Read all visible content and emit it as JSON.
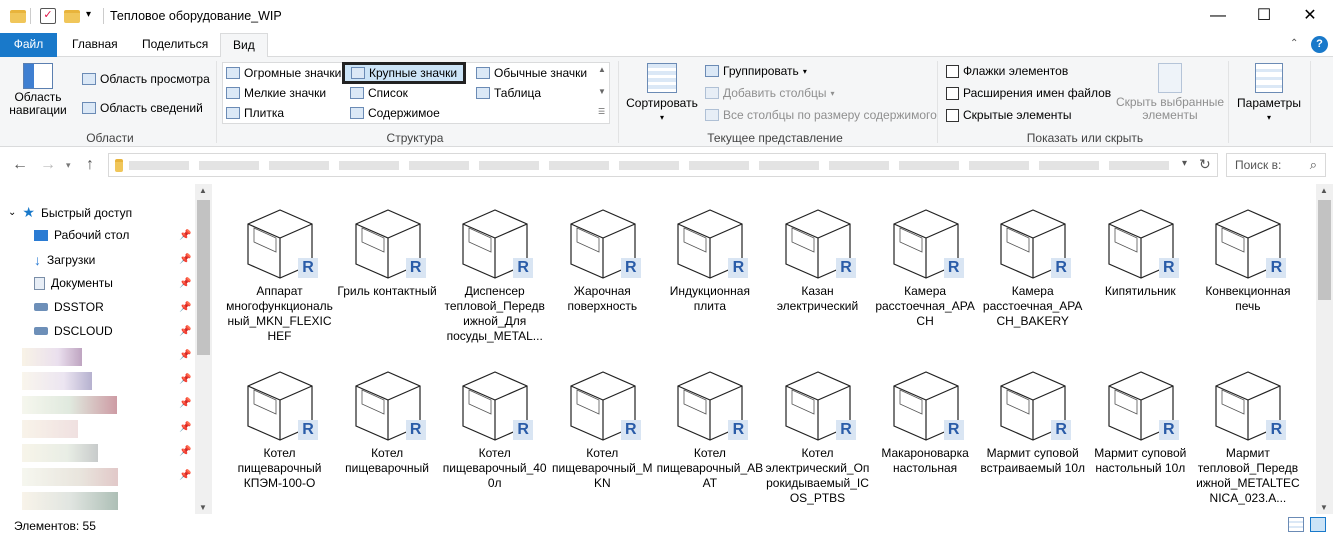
{
  "window": {
    "title": "Тепловое оборудование_WIP",
    "min": "—",
    "max": "☐",
    "close": "✕"
  },
  "tabs": [
    {
      "label": "Файл"
    },
    {
      "label": "Главная"
    },
    {
      "label": "Поделиться"
    },
    {
      "label": "Вид"
    }
  ],
  "ribbon": {
    "panes": {
      "nav_label": "Область навигации",
      "preview": "Область просмотра",
      "details": "Область сведений",
      "group": "Области"
    },
    "layout": {
      "items": [
        "Огромные значки",
        "Крупные значки",
        "Обычные значки",
        "Мелкие значки",
        "Список",
        "Таблица",
        "Плитка",
        "Содержимое"
      ],
      "group": "Структура"
    },
    "view": {
      "sort": "Сортировать",
      "group_by": "Группировать",
      "add_columns": "Добавить столбцы",
      "fit_columns": "Все столбцы по размеру содержимого",
      "group": "Текущее представление"
    },
    "show": {
      "checkboxes": "Флажки элементов",
      "extensions": "Расширения имен файлов",
      "hidden": "Скрытые элементы",
      "hide_selected": "Скрыть выбранные элементы",
      "group": "Показать или скрыть"
    },
    "options": {
      "label": "Параметры"
    }
  },
  "search": {
    "placeholder": "Поиск в:"
  },
  "nav": {
    "quick_access": "Быстрый доступ",
    "items": [
      {
        "label": "Рабочий стол"
      },
      {
        "label": "Загрузки"
      },
      {
        "label": "Документы"
      },
      {
        "label": "DSSTOR"
      },
      {
        "label": "DSCLOUD"
      }
    ]
  },
  "files": [
    {
      "name": "Аппарат многофункциональный_MKN_FLEXICHEF"
    },
    {
      "name": "Гриль контактный"
    },
    {
      "name": "Диспенсер тепловой_Передвижной_Для посуды_METAL..."
    },
    {
      "name": "Жарочная поверхность"
    },
    {
      "name": "Индукционная плита"
    },
    {
      "name": "Казан электрический"
    },
    {
      "name": "Камера расстоечная_APACH"
    },
    {
      "name": "Камера расстоечная_APACH_BAKERY"
    },
    {
      "name": "Кипятильник"
    },
    {
      "name": "Конвекционная печь"
    },
    {
      "name": "Котел пищеварочный КПЭМ-100-О"
    },
    {
      "name": "Котел пищеварочный"
    },
    {
      "name": "Котел пищеварочный_400л"
    },
    {
      "name": "Котел пищеварочный_MKN"
    },
    {
      "name": "Котел пищеварочный_ABAT"
    },
    {
      "name": "Котел электрический_Опрокидываемый_ICOS_PTBS"
    },
    {
      "name": "Макароноварка настольная"
    },
    {
      "name": "Мармит суповой встраиваемый 10л"
    },
    {
      "name": "Мармит суповой настольный 10л"
    },
    {
      "name": "Мармит тепловой_Передвижной_METALTECNICA_023.A..."
    }
  ],
  "badge": "R",
  "status": {
    "count": "Элементов: 55"
  }
}
